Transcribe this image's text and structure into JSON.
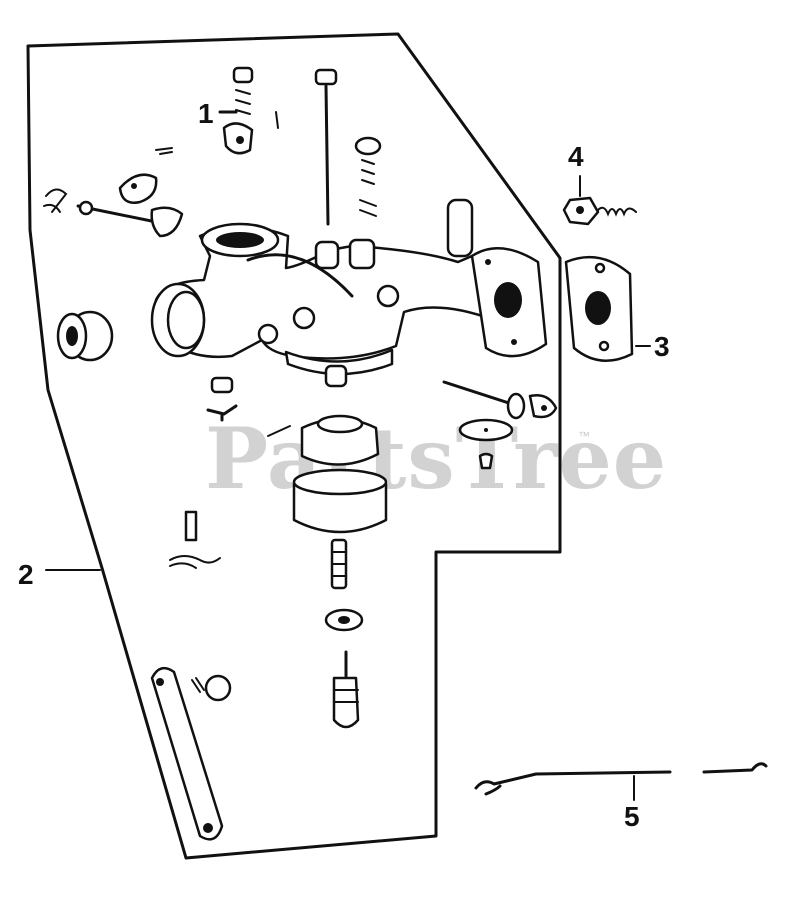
{
  "diagram": {
    "watermark": "PartsTree",
    "trademark": "™",
    "callouts": [
      {
        "id": "1",
        "label": "1"
      },
      {
        "id": "2",
        "label": "2"
      },
      {
        "id": "3",
        "label": "3"
      },
      {
        "id": "4",
        "label": "4"
      },
      {
        "id": "5",
        "label": "5"
      }
    ]
  }
}
